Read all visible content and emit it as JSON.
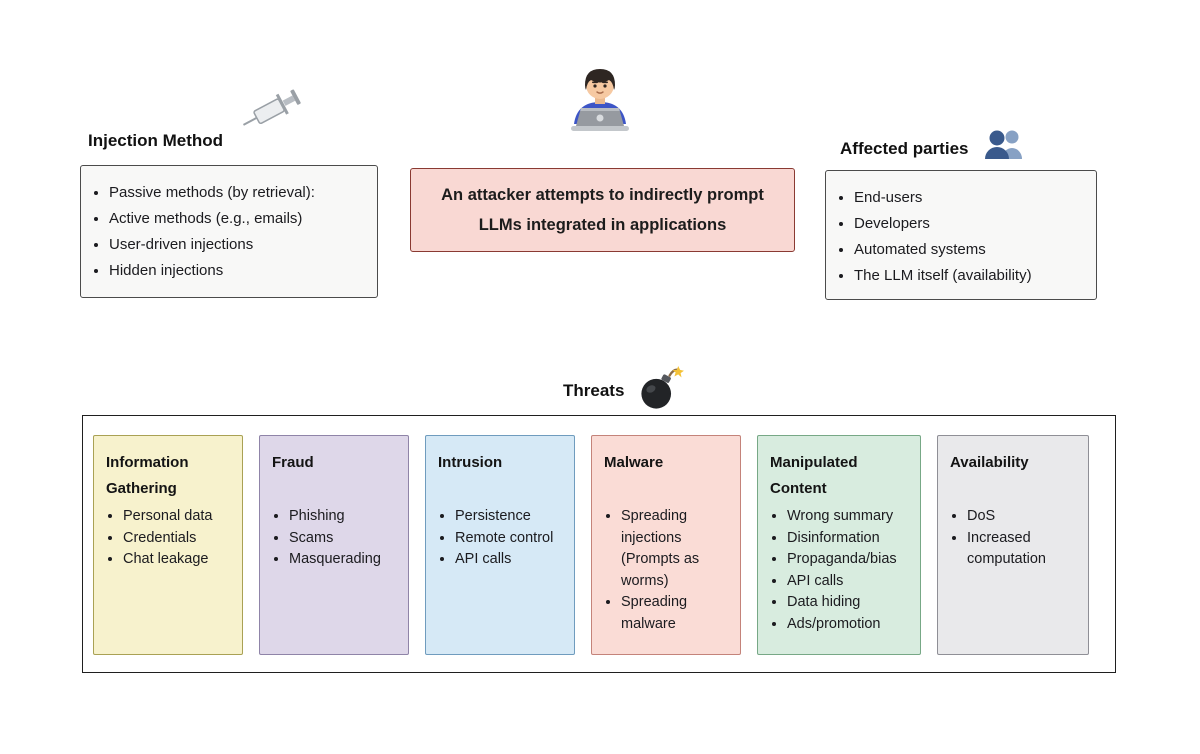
{
  "colors": {
    "page_bg": "#ffffff",
    "attacker_box_bg": "#f9d8d3",
    "attacker_box_border": "#8a3a32",
    "panel_bg": "#f8f8f7",
    "panel_border": "#4b4b4b",
    "threats_container_border": "#1f1f1f",
    "text": "#1b1b1f"
  },
  "attacker": {
    "icon": "man-technologist-icon",
    "lines": [
      "An attacker attempts to indirectly prompt",
      "LLMs integrated in applications"
    ]
  },
  "injection_method": {
    "title": "Injection Method",
    "icon": "syringe-icon",
    "items": [
      "Passive methods (by retrieval):",
      "Active methods (e.g., emails)",
      "User-driven injections",
      "Hidden injections"
    ]
  },
  "affected_parties": {
    "title": "Affected parties",
    "icon": "busts-in-silhouette-icon",
    "items": [
      "End-users",
      "Developers",
      "Automated systems",
      "The LLM itself (availability)"
    ]
  },
  "threats": {
    "title": "Threats",
    "icon": "bomb-icon",
    "cards": [
      {
        "id": "information-gathering",
        "title": "Information Gathering",
        "bg": "#f7f2cd",
        "border": "#a9a154",
        "items": [
          "Personal data",
          "Credentials",
          "Chat leakage"
        ]
      },
      {
        "id": "fraud",
        "title": "Fraud",
        "bg": "#ded7e9",
        "border": "#8f84a8",
        "items": [
          "Phishing",
          "Scams",
          "Masquerading"
        ]
      },
      {
        "id": "intrusion",
        "title": "Intrusion",
        "bg": "#d6e9f6",
        "border": "#6f9cbe",
        "items": [
          "Persistence",
          "Remote control",
          "API calls"
        ]
      },
      {
        "id": "malware",
        "title": "Malware",
        "bg": "#fadcd6",
        "border": "#c4837a",
        "items": [
          "Spreading injections (Prompts as worms)",
          "Spreading malware"
        ]
      },
      {
        "id": "manipulated-content",
        "title": "Manipulated Content",
        "bg": "#d8ecdf",
        "border": "#77a886",
        "items": [
          "Wrong summary",
          "Disinformation",
          "Propaganda/bias",
          "API calls",
          "Data hiding",
          "Ads/promotion"
        ]
      },
      {
        "id": "availability",
        "title": "Availability",
        "bg": "#e9e9eb",
        "border": "#8f8f96",
        "items": [
          "DoS",
          "Increased computation"
        ]
      }
    ]
  }
}
